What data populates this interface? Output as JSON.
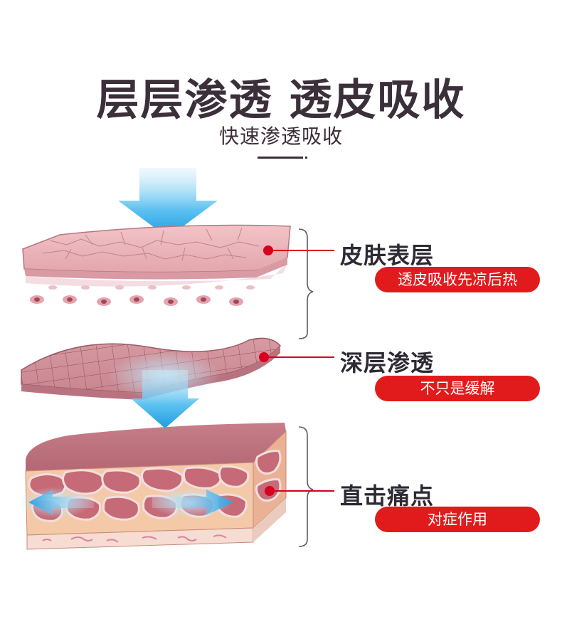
{
  "title": "层层渗透 透皮吸收",
  "subtitle": "快速渗透吸收",
  "colors": {
    "title": "#3b2f3a",
    "badge": "#e11b1b",
    "arrow": "#29a7e8",
    "skin_pink": "#e7aeb3",
    "skin_dark": "#c9848e",
    "connector": "#d8001f"
  },
  "layers": [
    {
      "label": "皮肤表层",
      "badge": "透皮吸收先凉后热"
    },
    {
      "label": "深层渗透",
      "badge": "不只是缓解"
    },
    {
      "label": "直击痛点",
      "badge": "对症作用"
    }
  ]
}
